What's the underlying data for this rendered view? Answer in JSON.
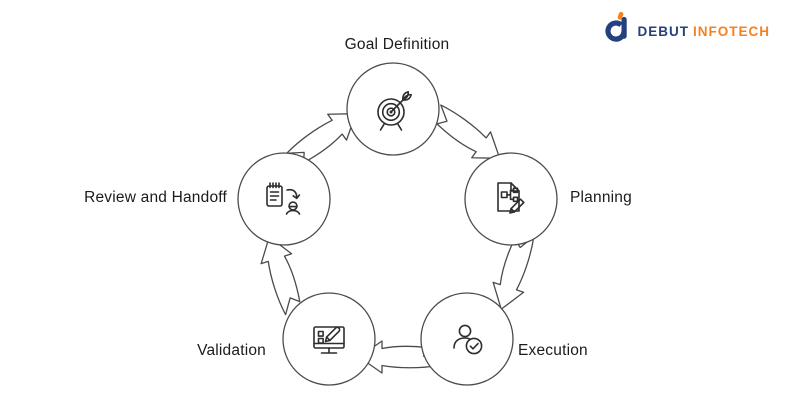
{
  "logo": {
    "brand_first": "DEBUT",
    "brand_second": "INFOTECH",
    "icon": "debut-infotech-d-mark",
    "navy_color": "#24407e",
    "orange_color": "#f58220"
  },
  "diagram": {
    "type": "cycle",
    "direction": "clockwise",
    "outline_color": "#4b4b4b",
    "icon_stroke_color": "#2d2d2d",
    "label_color": "#1b1b1b",
    "steps": [
      {
        "label": "Goal Definition",
        "icon": "target-arrow-icon",
        "label_position": "top"
      },
      {
        "label": "Planning",
        "icon": "document-flowchart-pencil-icon",
        "label_position": "right"
      },
      {
        "label": "Execution",
        "icon": "person-check-icon",
        "label_position": "right"
      },
      {
        "label": "Validation",
        "icon": "monitor-checklist-pencil-icon",
        "label_position": "left"
      },
      {
        "label": "Review and Handoff",
        "icon": "notepad-handoff-person-icon",
        "label_position": "left"
      }
    ]
  }
}
